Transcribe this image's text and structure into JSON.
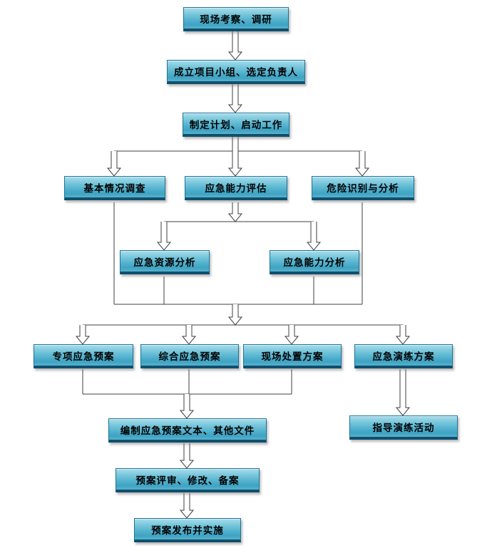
{
  "diagram_type": "flowchart",
  "nodes": [
    {
      "id": "n1",
      "label": "现场考察、调研"
    },
    {
      "id": "n2",
      "label": "成立项目小组、选定负责人"
    },
    {
      "id": "n3",
      "label": "制定计划、启动工作"
    },
    {
      "id": "n4",
      "label": "基本情况调查"
    },
    {
      "id": "n5",
      "label": "应急能力评估"
    },
    {
      "id": "n6",
      "label": "危险识别与分析"
    },
    {
      "id": "n7",
      "label": "应急资源分析"
    },
    {
      "id": "n8",
      "label": "应急能力分析"
    },
    {
      "id": "n9",
      "label": "专项应急预案"
    },
    {
      "id": "n10",
      "label": "综合应急预案"
    },
    {
      "id": "n11",
      "label": "现场处置方案"
    },
    {
      "id": "n12",
      "label": "应急演练方案"
    },
    {
      "id": "n13",
      "label": "指导演练活动"
    },
    {
      "id": "n14",
      "label": "编制应急预案文本、其他文件"
    },
    {
      "id": "n15",
      "label": "预案评审、修改、备案"
    },
    {
      "id": "n16",
      "label": "预案发布并实施"
    }
  ],
  "edges": [
    {
      "from": "n1",
      "to": "n2"
    },
    {
      "from": "n2",
      "to": "n3"
    },
    {
      "from": "n3",
      "to": "n4"
    },
    {
      "from": "n3",
      "to": "n5"
    },
    {
      "from": "n3",
      "to": "n6"
    },
    {
      "from": "n5",
      "to": "n7"
    },
    {
      "from": "n5",
      "to": "n8"
    },
    {
      "from": "n4",
      "to": "bus1"
    },
    {
      "from": "n6",
      "to": "bus1"
    },
    {
      "from": "n7",
      "to": "bus1"
    },
    {
      "from": "n8",
      "to": "bus1"
    },
    {
      "from": "bus1",
      "to": "n9"
    },
    {
      "from": "bus1",
      "to": "n10"
    },
    {
      "from": "bus1",
      "to": "n11"
    },
    {
      "from": "bus1",
      "to": "n12"
    },
    {
      "from": "n9",
      "to": "bus2"
    },
    {
      "from": "n10",
      "to": "bus2"
    },
    {
      "from": "n11",
      "to": "bus2"
    },
    {
      "from": "bus2",
      "to": "n14"
    },
    {
      "from": "n12",
      "to": "n13"
    },
    {
      "from": "n14",
      "to": "n15"
    },
    {
      "from": "n15",
      "to": "n16"
    }
  ],
  "colors": {
    "background": "#ffffff",
    "node_fill_top": "#a9ddeb",
    "node_fill_mid": "#4fb0cd",
    "node_border": "#1d7396",
    "node_bottom_edge": "#0f4f6e",
    "connector": "#3f3f3f",
    "text": "#000000"
  }
}
